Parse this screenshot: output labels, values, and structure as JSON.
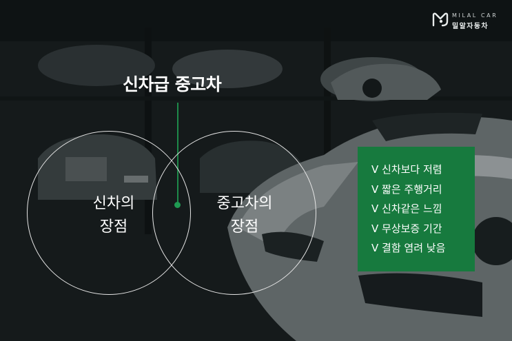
{
  "logo": {
    "mark_icon": "m-logo-icon",
    "english": "MILAL CAR",
    "korean": "밀알자동차"
  },
  "title": "신차급 중고차",
  "venn": {
    "left": {
      "line1": "신차의",
      "line2": "장점"
    },
    "right": {
      "line1": "중고차의",
      "line2": "장점"
    }
  },
  "benefits": [
    "V 신차보다 저렴",
    "V 짧은 주행거리",
    "V 신차같은 느낌",
    "V 무상보증 기간",
    "V 결함 염려 낮음"
  ],
  "colors": {
    "accent_green": "#177a3e",
    "line_green": "#1e8a4a",
    "text": "#ffffff"
  }
}
